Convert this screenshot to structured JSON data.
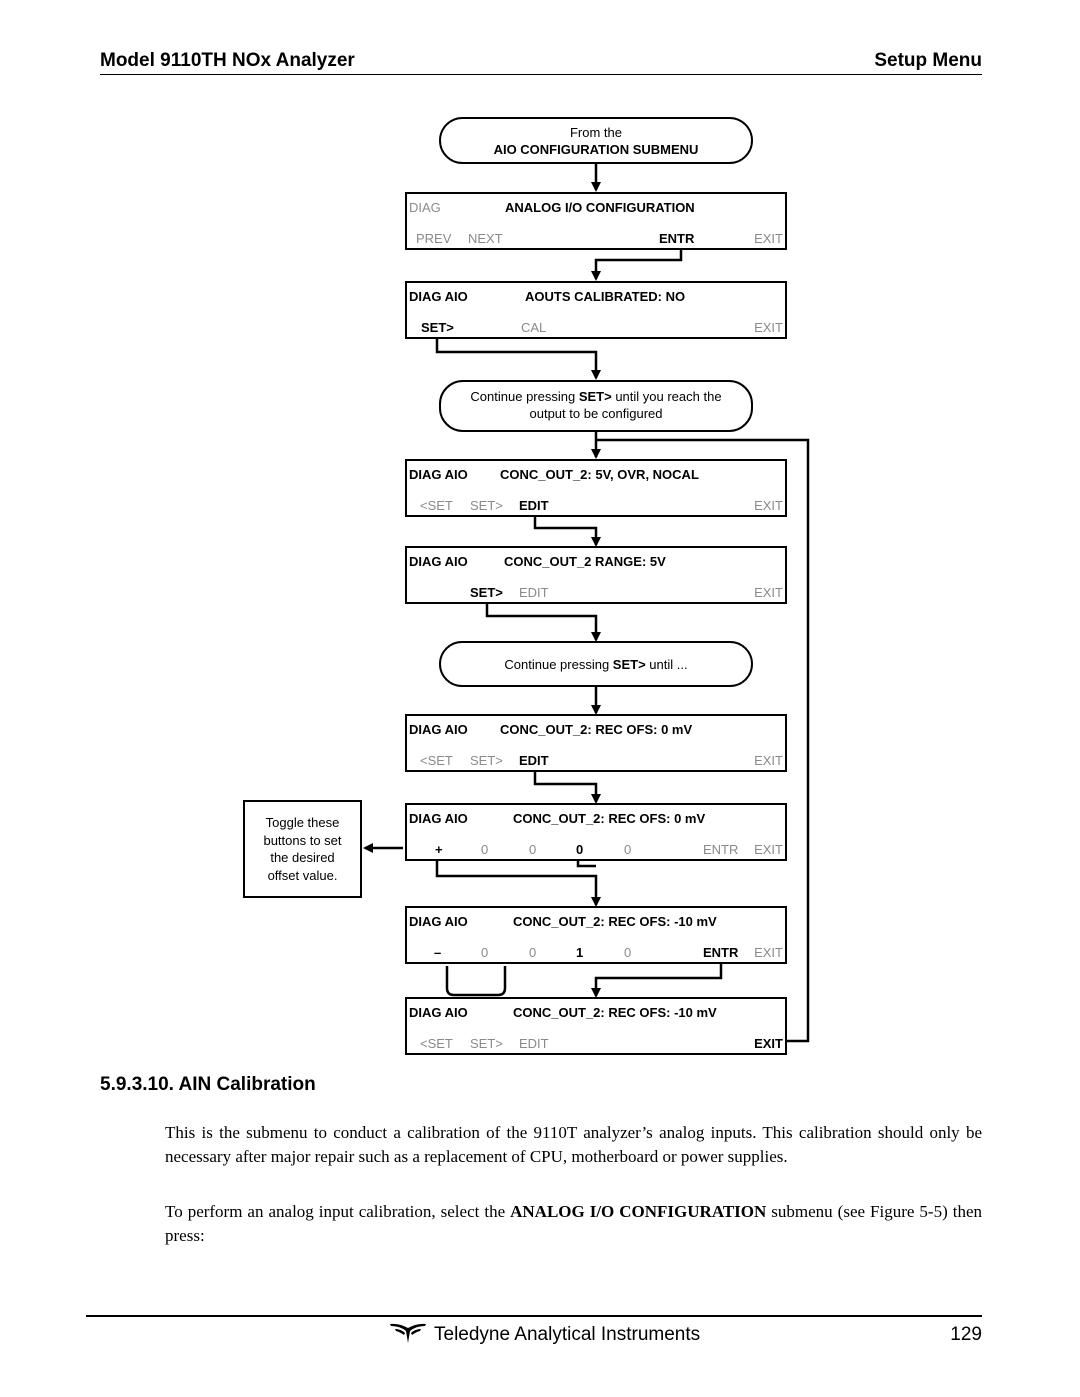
{
  "header": {
    "left_title": "Model 9110TH NOx Analyzer",
    "right_title": "Setup Menu"
  },
  "flowchart": {
    "start_oval": {
      "line1": "From the",
      "line2": "AIO CONFIGURATION SUBMENU"
    },
    "screen1": {
      "mode": "DIAG",
      "message": "ANALOG I/O CONFIGURATION",
      "keys": [
        "PREV",
        "NEXT",
        "ENTR",
        "EXIT"
      ]
    },
    "screen2": {
      "mode": "DIAG AIO",
      "message": "AOUTS CALIBRATED: NO",
      "keys": [
        "SET>",
        "CAL",
        "EXIT"
      ]
    },
    "oval2": {
      "pre": "Continue pressing ",
      "bold": "SET>",
      "post": " until you reach the",
      "line2": "output to be configured"
    },
    "screen3": {
      "mode": "DIAG AIO",
      "message": "CONC_OUT_2: 5V, OVR, NOCAL",
      "keys": [
        "<SET",
        "SET>",
        "EDIT",
        "EXIT"
      ]
    },
    "screen4": {
      "mode": "DIAG AIO",
      "message": "CONC_OUT_2 RANGE: 5V",
      "keys": [
        "SET>",
        "EDIT",
        "EXIT"
      ]
    },
    "oval3": {
      "pre": "Continue pressing ",
      "bold": "SET>",
      "post": " until ..."
    },
    "screen5": {
      "mode": "DIAG AIO",
      "message": "CONC_OUT_2: REC OFS: 0 mV",
      "keys": [
        "<SET",
        "SET>",
        "EDIT",
        "EXIT"
      ]
    },
    "screen6": {
      "mode": "DIAG AIO",
      "message": "CONC_OUT_2: REC OFS: 0 mV",
      "keys": [
        "+",
        "0",
        "0",
        "0",
        "0",
        "ENTR",
        "EXIT"
      ]
    },
    "screen7": {
      "mode": "DIAG AIO",
      "message": "CONC_OUT_2: REC OFS: -10 mV",
      "keys": [
        "–",
        "0",
        "0",
        "1",
        "0",
        "ENTR",
        "EXIT"
      ]
    },
    "screen8": {
      "mode": "DIAG AIO",
      "message": "CONC_OUT_2: REC OFS: -10 mV",
      "keys": [
        "<SET",
        "SET>",
        "EDIT",
        "EXIT"
      ]
    },
    "note": {
      "line1": "Toggle these",
      "line2": "buttons to set",
      "line3": "the desired",
      "line4": "offset value."
    }
  },
  "section": {
    "heading": "5.9.3.10. AIN Calibration",
    "para1": "This is the submenu to conduct a calibration of the 9110T analyzer’s analog inputs.  This calibration should only be necessary after major repair such as a replacement of CPU, motherboard or power supplies.",
    "para2_pre": "To perform an analog input calibration, select the ",
    "para2_bold": "ANALOG I/O CONFIGURATION",
    "para2_post": " submenu (see Figure 5-5) then press:"
  },
  "footer": {
    "company": "Teledyne Analytical Instruments",
    "page_number": "129",
    "logo_icon": "teledyne-logo-icon"
  }
}
